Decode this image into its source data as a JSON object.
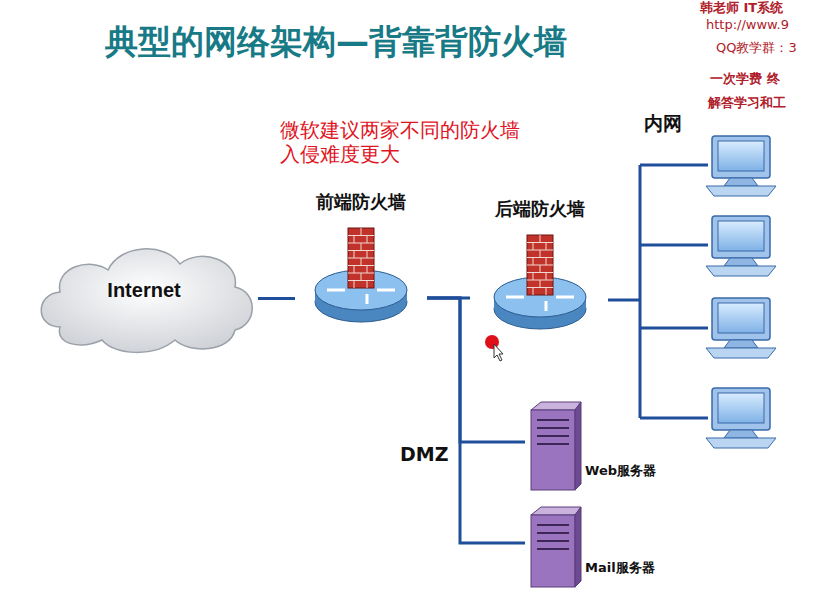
{
  "diagram": {
    "title": "典型的网络架构—背靠背防火墙",
    "nodes": [
      {
        "text": [
          "Internet"
        ]
      },
      {
        "text": [
          "前端防火墙"
        ]
      },
      {
        "text": [
          "后端防火墙"
        ]
      },
      {
        "text": [
          "Web服务器"
        ]
      },
      {
        "text": [
          "Mail服务器"
        ]
      }
    ],
    "edges": [
      {
        "from": 0,
        "to": 1,
        "arrow": "none"
      },
      {
        "from": 1,
        "to": 2,
        "arrow": "none"
      },
      {
        "from": 1,
        "to": 3,
        "arrow": "none"
      },
      {
        "from": 1,
        "to": 4,
        "arrow": "none"
      }
    ],
    "labels": [
      "微软建议两家不同的防火墙 入侵难度更大",
      "内网",
      "DMZ",
      "韩老师 IT系统",
      "http://www.9",
      "QQ教学群：3",
      "一次学费 终",
      "解答学习和工"
    ]
  }
}
